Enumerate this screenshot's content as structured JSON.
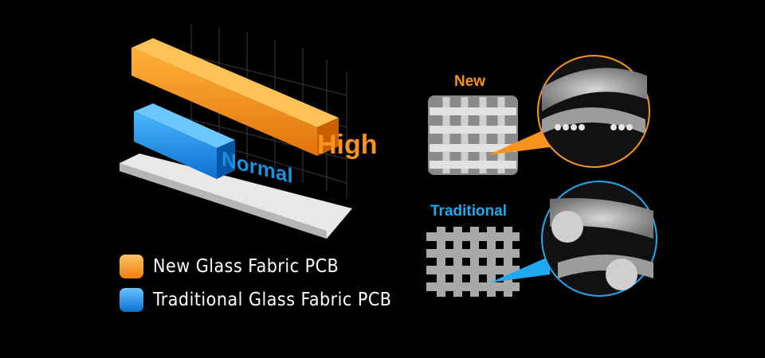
{
  "chart": {
    "high_label": "High",
    "normal_label": "Normal",
    "legend": [
      {
        "label": "New Glass Fabric PCB",
        "color": "#f7931e"
      },
      {
        "label": "Traditional Glass Fabric PCB",
        "color": "#1b8fe0"
      }
    ],
    "values": {
      "new": "High",
      "traditional": "Normal"
    }
  },
  "fabrics": {
    "new_label": "New",
    "traditional_label": "Traditional",
    "new_color": "#f7931e",
    "traditional_color": "#1fa9f0"
  }
}
